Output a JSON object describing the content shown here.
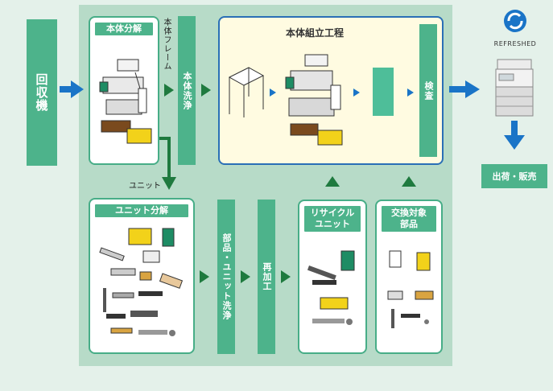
{
  "recovery": "回収機",
  "body_disassembly": "本体分解",
  "body_frame": "本体フレーム",
  "body_wash": "本体洗浄",
  "body_assembly": "本体組立工程",
  "inspection": "検査",
  "unit_label": "ユニット",
  "unit_disassembly": "ユニット分解",
  "parts_unit_wash": "部品・ユニット洗浄",
  "rework": "再加工",
  "recycle_unit": "リサイクル\nユニット",
  "replacement_parts": "交換対象\n部品",
  "refreshed": "REFRESHED",
  "shipment": "出荷・販売",
  "colors": {
    "primary_green": "#4db38b",
    "panel_green": "#b7dbc8",
    "blue_arrow": "#1a74c7",
    "dark_arrow": "#1f7a3f"
  },
  "icons": [
    "refreshed-logo-icon",
    "copier-icon",
    "parts-illustration-icon"
  ]
}
